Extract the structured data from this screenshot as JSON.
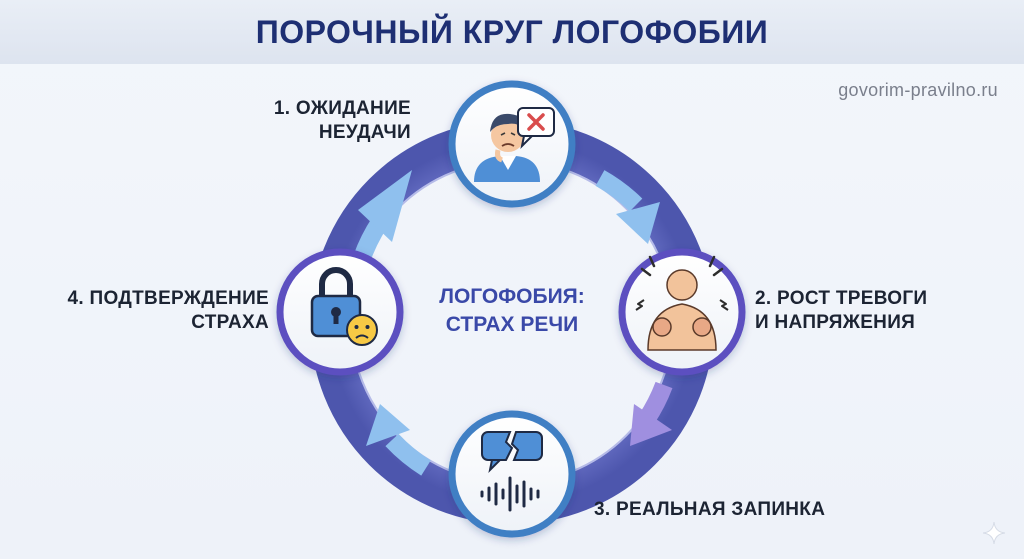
{
  "header": {
    "title": "ПОРОЧНЫЙ КРУГ ЛОГОФОБИИ"
  },
  "watermark": "govorim-pravilno.ru",
  "center": {
    "line1": "ЛОГОФОБИЯ:",
    "line2": "СТРАХ РЕЧИ"
  },
  "steps": [
    {
      "line1": "1. ОЖИДАНИЕ",
      "line2": "НЕУДАЧИ",
      "icon": "worried-person-icon"
    },
    {
      "line1": "2. РОСТ ТРЕВОГИ",
      "line2": "И НАПРЯЖЕНИЯ",
      "icon": "tense-person-icon"
    },
    {
      "line1": "3. РЕАЛЬНАЯ ЗАПИНКА",
      "icon": "broken-speech-icon"
    },
    {
      "line1": "4. ПОДТВЕРЖДЕНИЕ",
      "line2": "СТРАХА",
      "icon": "lock-sad-face-icon"
    }
  ],
  "colors": {
    "title": "#1e2f73",
    "ring": "#5b63b8",
    "arrow_light": "#7fb3ea",
    "node_border": "#3f7fc4",
    "center_text": "#3a49a8"
  }
}
